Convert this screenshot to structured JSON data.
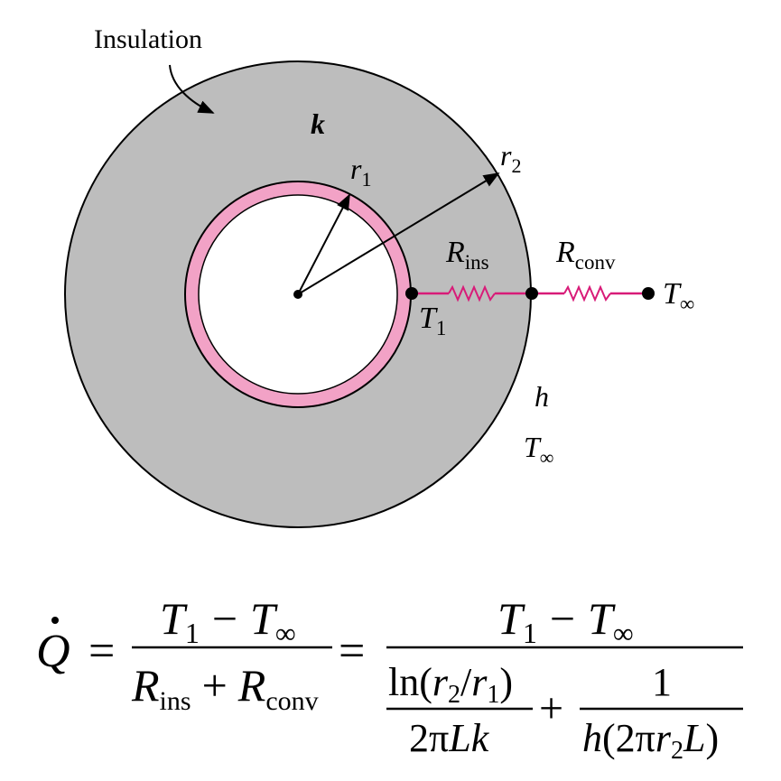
{
  "colors": {
    "insulation": "#bdbdbd",
    "pipe_wall": "#f2a2c6",
    "resistor": "#d81b78",
    "outline": "#000000",
    "background": "#ffffff"
  },
  "labels": {
    "insulation": "Insulation",
    "k": "k",
    "r1": "r",
    "r1_sub": "1",
    "r2": "r",
    "r2_sub": "2",
    "R_ins": "R",
    "R_ins_sub": "ins",
    "R_conv": "R",
    "R_conv_sub": "conv",
    "T1": "T",
    "T1_sub": "1",
    "T_inf_right": "T",
    "T_inf_right_sub": "∞",
    "h": "h",
    "T_inf_low": "T",
    "T_inf_low_sub": "∞"
  },
  "equation": {
    "lhs": "Q",
    "eq1": "=",
    "frac1_num_T1": "T",
    "frac1_num_T1_sub": "1",
    "frac1_num_minus": "−",
    "frac1_num_Tinf": "T",
    "frac1_num_Tinf_sub": "∞",
    "frac1_den_Rins": "R",
    "frac1_den_Rins_sub": "ins",
    "frac1_den_plus": "+",
    "frac1_den_Rconv": "R",
    "frac1_den_Rconv_sub": "conv",
    "eq2": "=",
    "frac2_num_T1": "T",
    "frac2_num_T1_sub": "1",
    "frac2_num_minus": "−",
    "frac2_num_Tinf": "T",
    "frac2_num_Tinf_sub": "∞",
    "ln_num_pre": "ln(",
    "ln_num_r2": "r",
    "ln_num_r2_sub": "2",
    "ln_num_slash": "/",
    "ln_num_r1": "r",
    "ln_num_r1_sub": "1",
    "ln_num_close": ")",
    "ln_den_2pi": "2π",
    "ln_den_Lk": "Lk",
    "plus": "+",
    "conv_num": "1",
    "conv_den_h": "h",
    "conv_den_open": "(2π",
    "conv_den_r": "r",
    "conv_den_r_sub": "2",
    "conv_den_L": "L",
    "conv_den_close": ")"
  }
}
